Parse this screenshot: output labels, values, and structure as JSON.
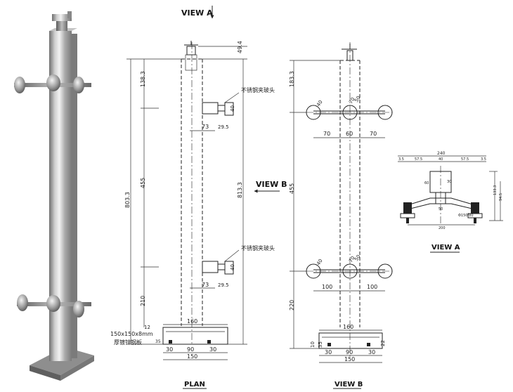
{
  "headings": {
    "view_a_top": "VIEW A",
    "view_b_arrow": "VIEW B",
    "plan": "PLAN",
    "view_b": "VIEW B",
    "view_a": "VIEW A"
  },
  "plan": {
    "dim_total": "803.3",
    "dim_upper": "138.3",
    "dim_middle": "455",
    "dim_lower": "210",
    "dim_top_offset": "49.4",
    "dim_right_total": "813.3",
    "clamp_note": "不锈钢夹玻头",
    "clamp_w": "73",
    "clamp_d": "29.5",
    "clamp_h": "40",
    "base_w": "160",
    "base_thk": "12",
    "base_plate_note": "150x150x8mm",
    "base_note2": "厚镀锌钢板",
    "base_30_left": "30",
    "base_90": "90",
    "base_30_right": "30",
    "base_150": "150",
    "base_35": "35"
  },
  "view_b": {
    "dim_upper": "183.3",
    "dim_middle": "455",
    "dim_lower": "220",
    "d40": "40",
    "d70": "70",
    "d50": "50",
    "d70_left": "70",
    "d60": "60",
    "d70_right": "70",
    "d40_low": "40",
    "d70_low": "70",
    "d50_low": "50",
    "d100_left": "100",
    "d100_right": "100",
    "base_160": "160",
    "base_10": "10",
    "base_35": "35",
    "base_30_left": "30",
    "base_90": "90",
    "base_30_right": "30",
    "base_150": "150",
    "base_22": "22"
  },
  "view_a": {
    "top_total": "240",
    "top_row": [
      "3.5",
      "57.5",
      "40",
      "57.5",
      "3.5"
    ],
    "side_a": "60",
    "side_b": "30",
    "right_a": "133.3",
    "right_b": "94.5",
    "mid_50": "50",
    "mid_note": "Φ150/80",
    "bottom_200": "200"
  }
}
